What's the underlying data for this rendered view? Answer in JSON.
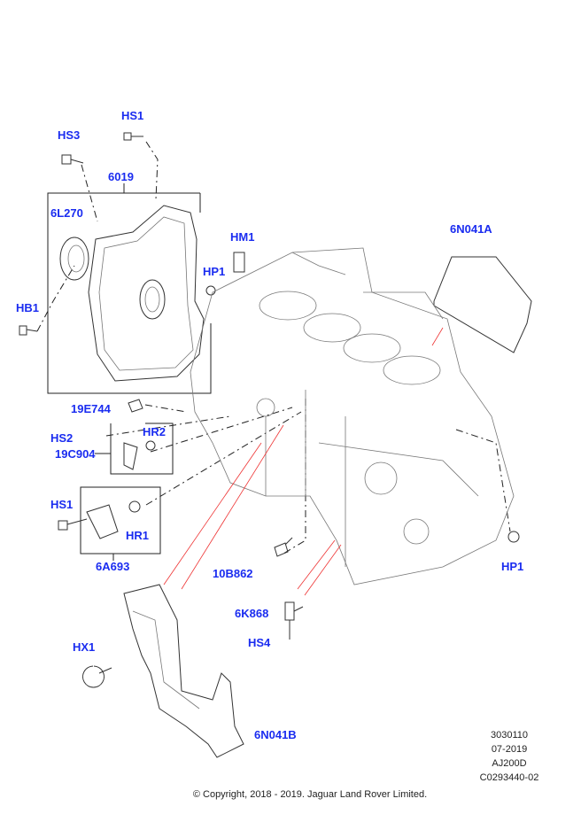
{
  "callouts": {
    "hs1_top": "HS1",
    "hs3": "HS3",
    "c6019": "6019",
    "c6l270": "6L270",
    "hb1": "HB1",
    "hm1": "HM1",
    "hp1_top": "HP1",
    "c6n041a": "6N041A",
    "c19e744": "19E744",
    "hs2": "HS2",
    "hr2": "HR2",
    "c19c904": "19C904",
    "hs1_mid": "HS1",
    "hr1": "HR1",
    "c6a693": "6A693",
    "hp1_right": "HP1",
    "c10b862": "10B862",
    "c6k868": "6K868",
    "hs4": "HS4",
    "hx1": "HX1",
    "c6n041b": "6N041B"
  },
  "info": {
    "line1": "3030110",
    "line2": "07-2019",
    "line3": "AJ200D",
    "line4": "C0293440-02"
  },
  "copyright": "© Copyright, 2018 - 2019. Jaguar Land Rover Limited."
}
